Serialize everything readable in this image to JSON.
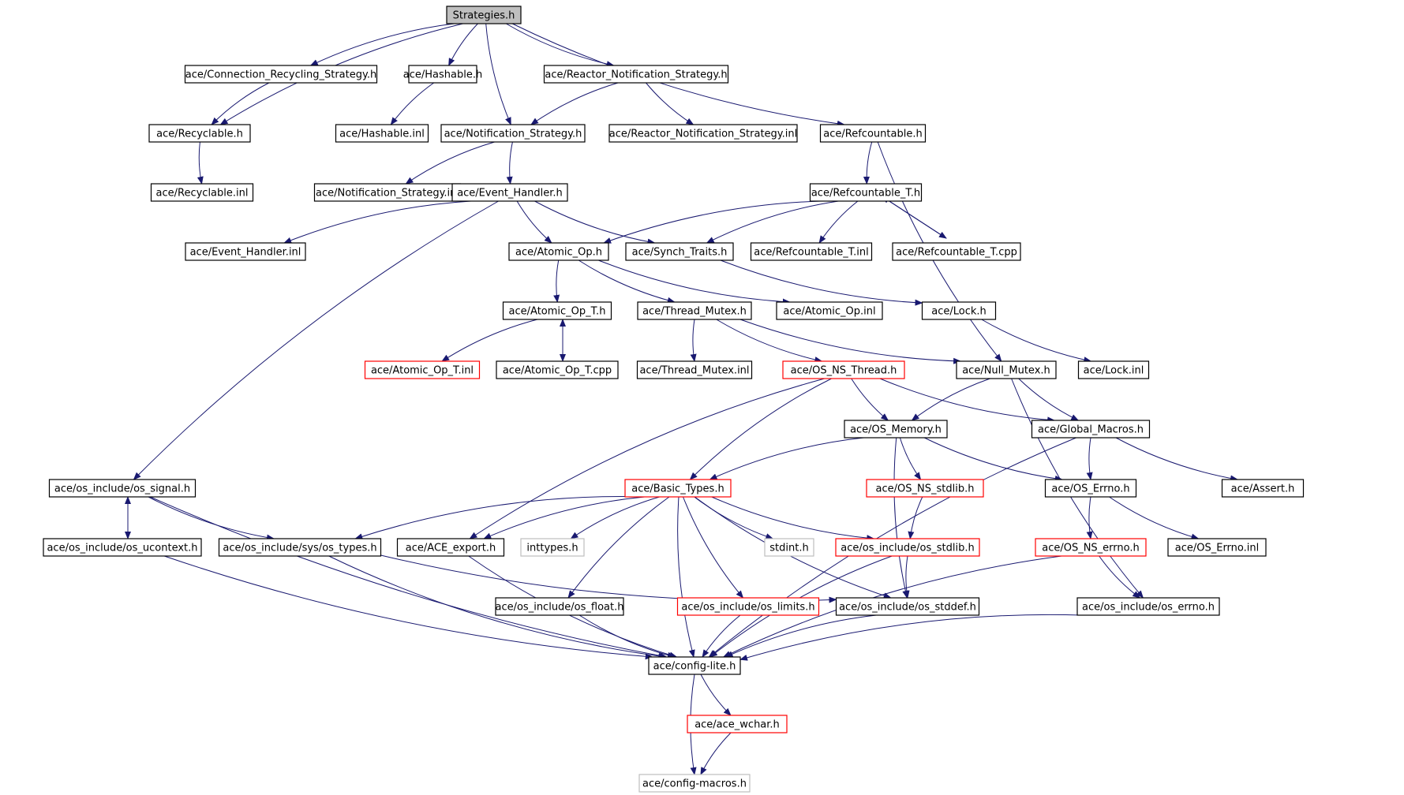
{
  "diagram": {
    "nodes": [
      {
        "id": "strategies",
        "label": "Strategies.h",
        "style": "root"
      },
      {
        "id": "crs",
        "label": "ace/Connection_Recycling_Strategy.h",
        "style": "normal"
      },
      {
        "id": "hashable",
        "label": "ace/Hashable.h",
        "style": "normal"
      },
      {
        "id": "rns",
        "label": "ace/Reactor_Notification_Strategy.h",
        "style": "normal"
      },
      {
        "id": "recyclable",
        "label": "ace/Recyclable.h",
        "style": "normal"
      },
      {
        "id": "hashable_inl",
        "label": "ace/Hashable.inl",
        "style": "normal"
      },
      {
        "id": "ns",
        "label": "ace/Notification_Strategy.h",
        "style": "normal"
      },
      {
        "id": "rns_inl",
        "label": "ace/Reactor_Notification_Strategy.inl",
        "style": "normal"
      },
      {
        "id": "refcountable",
        "label": "ace/Refcountable.h",
        "style": "normal"
      },
      {
        "id": "recyclable_inl",
        "label": "ace/Recyclable.inl",
        "style": "normal"
      },
      {
        "id": "ns_inl",
        "label": "ace/Notification_Strategy.inl",
        "style": "normal"
      },
      {
        "id": "eh",
        "label": "ace/Event_Handler.h",
        "style": "normal"
      },
      {
        "id": "refT",
        "label": "ace/Refcountable_T.h",
        "style": "normal"
      },
      {
        "id": "eh_inl",
        "label": "ace/Event_Handler.inl",
        "style": "normal"
      },
      {
        "id": "atomic",
        "label": "ace/Atomic_Op.h",
        "style": "normal"
      },
      {
        "id": "synch",
        "label": "ace/Synch_Traits.h",
        "style": "normal"
      },
      {
        "id": "refT_inl",
        "label": "ace/Refcountable_T.inl",
        "style": "normal"
      },
      {
        "id": "refT_cpp",
        "label": "ace/Refcountable_T.cpp",
        "style": "normal"
      },
      {
        "id": "atomicT",
        "label": "ace/Atomic_Op_T.h",
        "style": "normal"
      },
      {
        "id": "tmutex",
        "label": "ace/Thread_Mutex.h",
        "style": "normal"
      },
      {
        "id": "atomic_inl",
        "label": "ace/Atomic_Op.inl",
        "style": "normal"
      },
      {
        "id": "lock",
        "label": "ace/Lock.h",
        "style": "normal"
      },
      {
        "id": "atomicT_inl",
        "label": "ace/Atomic_Op_T.inl",
        "style": "incomplete"
      },
      {
        "id": "atomicT_cpp",
        "label": "ace/Atomic_Op_T.cpp",
        "style": "normal"
      },
      {
        "id": "tmutex_inl",
        "label": "ace/Thread_Mutex.inl",
        "style": "normal"
      },
      {
        "id": "osnsthread",
        "label": "ace/OS_NS_Thread.h",
        "style": "incomplete"
      },
      {
        "id": "nullmutex",
        "label": "ace/Null_Mutex.h",
        "style": "normal"
      },
      {
        "id": "lock_inl",
        "label": "ace/Lock.inl",
        "style": "normal"
      },
      {
        "id": "osmem",
        "label": "ace/OS_Memory.h",
        "style": "normal"
      },
      {
        "id": "globalm",
        "label": "ace/Global_Macros.h",
        "style": "normal"
      },
      {
        "id": "ossignal",
        "label": "ace/os_include/os_signal.h",
        "style": "normal"
      },
      {
        "id": "basictypes",
        "label": "ace/Basic_Types.h",
        "style": "incomplete"
      },
      {
        "id": "osnsstdlib",
        "label": "ace/OS_NS_stdlib.h",
        "style": "incomplete"
      },
      {
        "id": "oserrno",
        "label": "ace/OS_Errno.h",
        "style": "normal"
      },
      {
        "id": "assert",
        "label": "ace/Assert.h",
        "style": "normal"
      },
      {
        "id": "osucontext",
        "label": "ace/os_include/os_ucontext.h",
        "style": "normal"
      },
      {
        "id": "systypes",
        "label": "ace/os_include/sys/os_types.h",
        "style": "normal"
      },
      {
        "id": "aceexport",
        "label": "ace/ACE_export.h",
        "style": "normal"
      },
      {
        "id": "inttypes",
        "label": "inttypes.h",
        "style": "external"
      },
      {
        "id": "stdint",
        "label": "stdint.h",
        "style": "external"
      },
      {
        "id": "osstdlib",
        "label": "ace/os_include/os_stdlib.h",
        "style": "incomplete"
      },
      {
        "id": "osnserrno",
        "label": "ace/OS_NS_errno.h",
        "style": "incomplete"
      },
      {
        "id": "oserrno_inl",
        "label": "ace/OS_Errno.inl",
        "style": "normal"
      },
      {
        "id": "osfloat",
        "label": "ace/os_include/os_float.h",
        "style": "normal"
      },
      {
        "id": "oslimits",
        "label": "ace/os_include/os_limits.h",
        "style": "incomplete"
      },
      {
        "id": "osstddef",
        "label": "ace/os_include/os_stddef.h",
        "style": "normal"
      },
      {
        "id": "oserrnoh",
        "label": "ace/os_include/os_errno.h",
        "style": "normal"
      },
      {
        "id": "configlite",
        "label": "ace/config-lite.h",
        "style": "normal"
      },
      {
        "id": "wchar",
        "label": "ace/ace_wchar.h",
        "style": "incomplete"
      },
      {
        "id": "configmacros",
        "label": "ace/config-macros.h",
        "style": "external"
      }
    ],
    "edges": [
      {
        "from": "strategies",
        "to": "recyclable"
      },
      {
        "from": "strategies",
        "to": "crs"
      },
      {
        "from": "strategies",
        "to": "hashable"
      },
      {
        "from": "strategies",
        "to": "ns"
      },
      {
        "from": "strategies",
        "to": "rns"
      },
      {
        "from": "strategies",
        "to": "refcountable"
      },
      {
        "from": "crs",
        "to": "recyclable"
      },
      {
        "from": "hashable",
        "to": "hashable_inl"
      },
      {
        "from": "rns",
        "to": "ns"
      },
      {
        "from": "rns",
        "to": "rns_inl"
      },
      {
        "from": "recyclable",
        "to": "recyclable_inl"
      },
      {
        "from": "ns",
        "to": "ns_inl"
      },
      {
        "from": "ns",
        "to": "eh"
      },
      {
        "from": "refcountable",
        "to": "refT"
      },
      {
        "from": "refcountable",
        "to": "nullmutex"
      },
      {
        "from": "eh",
        "to": "eh_inl"
      },
      {
        "from": "eh",
        "to": "atomic"
      },
      {
        "from": "eh",
        "to": "synch"
      },
      {
        "from": "eh",
        "to": "ossignal"
      },
      {
        "from": "refT",
        "to": "atomic"
      },
      {
        "from": "refT",
        "to": "synch"
      },
      {
        "from": "refT",
        "to": "refT_inl"
      },
      {
        "from": "refT",
        "to": "refT_cpp"
      },
      {
        "from": "refT_cpp",
        "to": "refT"
      },
      {
        "from": "synch",
        "to": "lock"
      },
      {
        "from": "atomic",
        "to": "atomicT"
      },
      {
        "from": "atomic",
        "to": "tmutex"
      },
      {
        "from": "atomic",
        "to": "atomic_inl"
      },
      {
        "from": "atomicT",
        "to": "atomicT_inl"
      },
      {
        "from": "atomicT",
        "to": "atomicT_cpp"
      },
      {
        "from": "atomicT_cpp",
        "to": "atomicT"
      },
      {
        "from": "tmutex",
        "to": "tmutex_inl"
      },
      {
        "from": "tmutex",
        "to": "osnsthread"
      },
      {
        "from": "tmutex",
        "to": "nullmutex"
      },
      {
        "from": "lock",
        "to": "lock_inl"
      },
      {
        "from": "nullmutex",
        "to": "osmem"
      },
      {
        "from": "nullmutex",
        "to": "globalm"
      },
      {
        "from": "nullmutex",
        "to": "oserrnoh"
      },
      {
        "from": "osnsthread",
        "to": "osmem"
      },
      {
        "from": "osnsthread",
        "to": "globalm"
      },
      {
        "from": "osnsthread",
        "to": "basictypes"
      },
      {
        "from": "osnsthread",
        "to": "aceexport"
      },
      {
        "from": "osmem",
        "to": "basictypes"
      },
      {
        "from": "osmem",
        "to": "osnsstdlib"
      },
      {
        "from": "osmem",
        "to": "oserrno"
      },
      {
        "from": "osmem",
        "to": "osstddef"
      },
      {
        "from": "globalm",
        "to": "oserrno"
      },
      {
        "from": "globalm",
        "to": "assert"
      },
      {
        "from": "globalm",
        "to": "configlite"
      },
      {
        "from": "ossignal",
        "to": "osucontext"
      },
      {
        "from": "ossignal",
        "to": "systypes"
      },
      {
        "from": "ossignal",
        "to": "configlite"
      },
      {
        "from": "osucontext",
        "to": "ossignal"
      },
      {
        "from": "osucontext",
        "to": "configlite"
      },
      {
        "from": "basictypes",
        "to": "systypes"
      },
      {
        "from": "basictypes",
        "to": "aceexport"
      },
      {
        "from": "basictypes",
        "to": "inttypes"
      },
      {
        "from": "basictypes",
        "to": "stdint"
      },
      {
        "from": "basictypes",
        "to": "osstdlib"
      },
      {
        "from": "basictypes",
        "to": "osfloat"
      },
      {
        "from": "basictypes",
        "to": "oslimits"
      },
      {
        "from": "basictypes",
        "to": "osstddef"
      },
      {
        "from": "basictypes",
        "to": "configlite"
      },
      {
        "from": "osnsstdlib",
        "to": "osstdlib"
      },
      {
        "from": "oserrno",
        "to": "osnserrno"
      },
      {
        "from": "oserrno",
        "to": "oserrno_inl"
      },
      {
        "from": "osnserrno",
        "to": "oserrnoh"
      },
      {
        "from": "osnserrno",
        "to": "configlite"
      },
      {
        "from": "systypes",
        "to": "osstddef"
      },
      {
        "from": "systypes",
        "to": "configlite"
      },
      {
        "from": "aceexport",
        "to": "configlite"
      },
      {
        "from": "osstdlib",
        "to": "osstddef"
      },
      {
        "from": "osstdlib",
        "to": "configlite"
      },
      {
        "from": "osfloat",
        "to": "configlite"
      },
      {
        "from": "oslimits",
        "to": "configlite"
      },
      {
        "from": "osstddef",
        "to": "configlite"
      },
      {
        "from": "oserrnoh",
        "to": "configlite"
      },
      {
        "from": "configlite",
        "to": "wchar"
      },
      {
        "from": "configlite",
        "to": "configmacros"
      },
      {
        "from": "wchar",
        "to": "configmacros"
      }
    ]
  },
  "colors": {
    "edge": "#191970",
    "border_normal": "#000000",
    "border_incomplete": "#ff0000",
    "border_external": "#bfbfbf",
    "root_fill": "#bfbfbf",
    "node_fill": "#ffffff"
  }
}
